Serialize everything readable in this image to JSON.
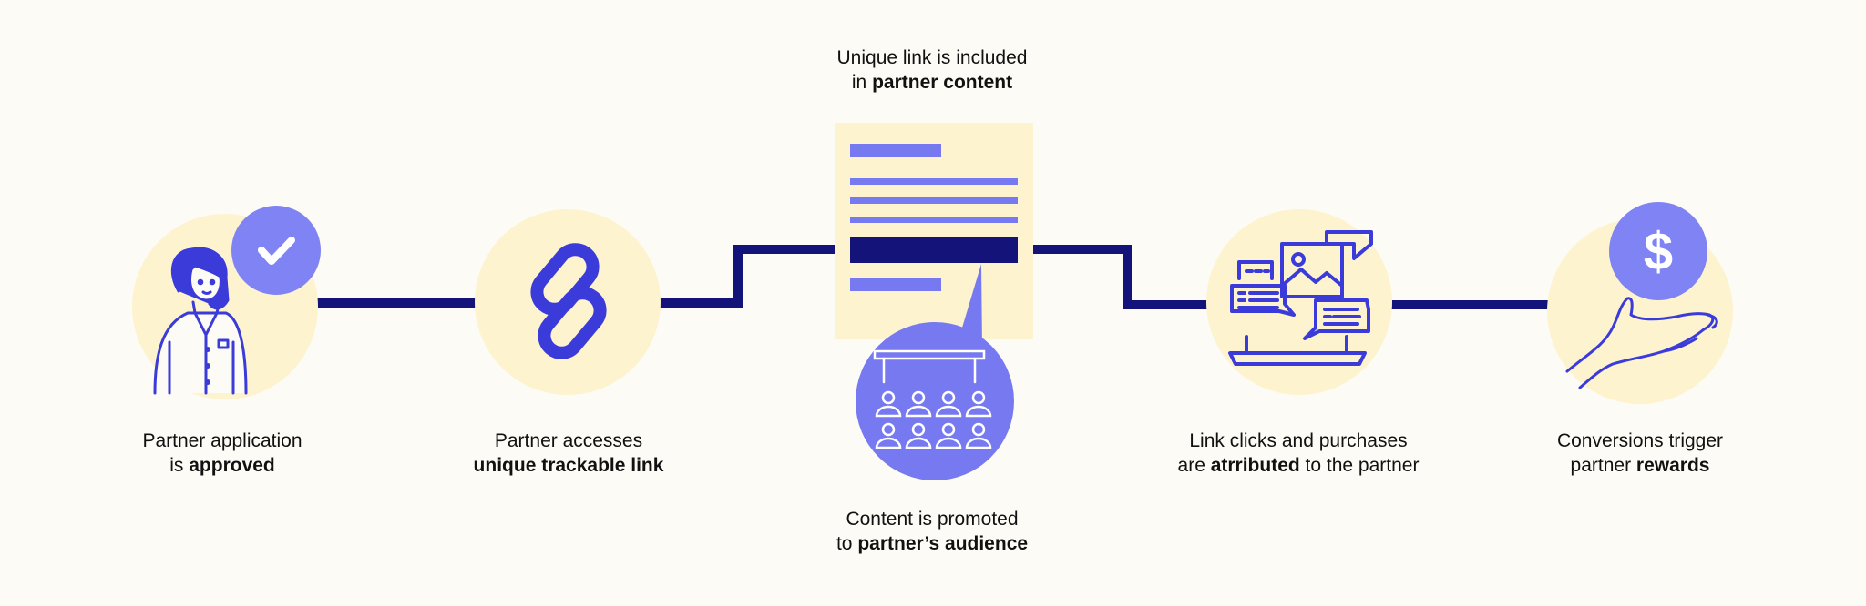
{
  "steps": [
    {
      "line1": "Partner application",
      "line2_pre": "is ",
      "line2_bold": "approved",
      "icon": "person-approved-icon"
    },
    {
      "line1": "Partner accesses",
      "line2_pre": "",
      "line2_bold": "unique trackable link",
      "icon": "link-icon"
    },
    {
      "top_line1": "Unique link is included",
      "top_line2_pre": "in ",
      "top_line2_bold": "partner content",
      "bottom_line1": "Content is promoted",
      "bottom_line2_pre": "to ",
      "bottom_line2_bold": "partner’s audience",
      "icon": "document-icon",
      "icon2": "audience-icon"
    },
    {
      "line1": "Link clicks and purchases",
      "line2_pre": "are ",
      "line2_bold": "atrributed",
      "line2_post": " to the partner",
      "icon": "laptop-chat-icon"
    },
    {
      "line1": "Conversions trigger",
      "line2_pre": "partner ",
      "line2_bold": "rewards",
      "icon": "hand-dollar-icon"
    }
  ],
  "colors": {
    "background": "#fdfbf5",
    "circle": "#fdf3cf",
    "line": "#13137a",
    "accent": "#7779f0",
    "icon": "#3b3bd9",
    "text": "#111111"
  }
}
